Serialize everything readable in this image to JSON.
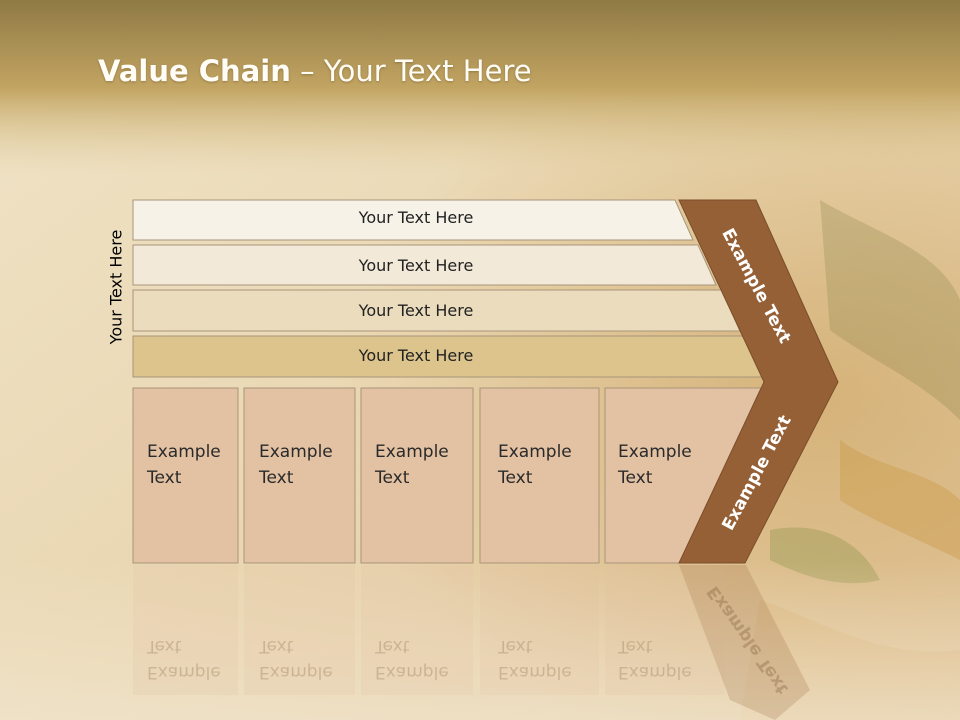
{
  "slide": {
    "title_bold": "Value Chain",
    "title_rest": " – Your Text Here",
    "side_label": "Your Text Here"
  },
  "bars": [
    {
      "label": "Your Text Here"
    },
    {
      "label": "Your Text Here"
    },
    {
      "label": "Your Text Here"
    },
    {
      "label": "Your Text Here"
    }
  ],
  "columns": [
    {
      "line1": "Example",
      "line2": "Text"
    },
    {
      "line1": "Example",
      "line2": "Text"
    },
    {
      "line1": "Example",
      "line2": "Text"
    },
    {
      "line1": "Example",
      "line2": "Text"
    },
    {
      "line1": "Example",
      "line2": "Text"
    }
  ],
  "chevron": {
    "upper_label": "Example Text",
    "lower_label": "Example Text"
  },
  "colors": {
    "header": "#b8984e",
    "bar_fills": [
      "#f7f2e8",
      "#f2e9d8",
      "#eadcbd",
      "#dcc48c"
    ],
    "column_fill": "#e3c1a3",
    "chevron": "#956036"
  }
}
